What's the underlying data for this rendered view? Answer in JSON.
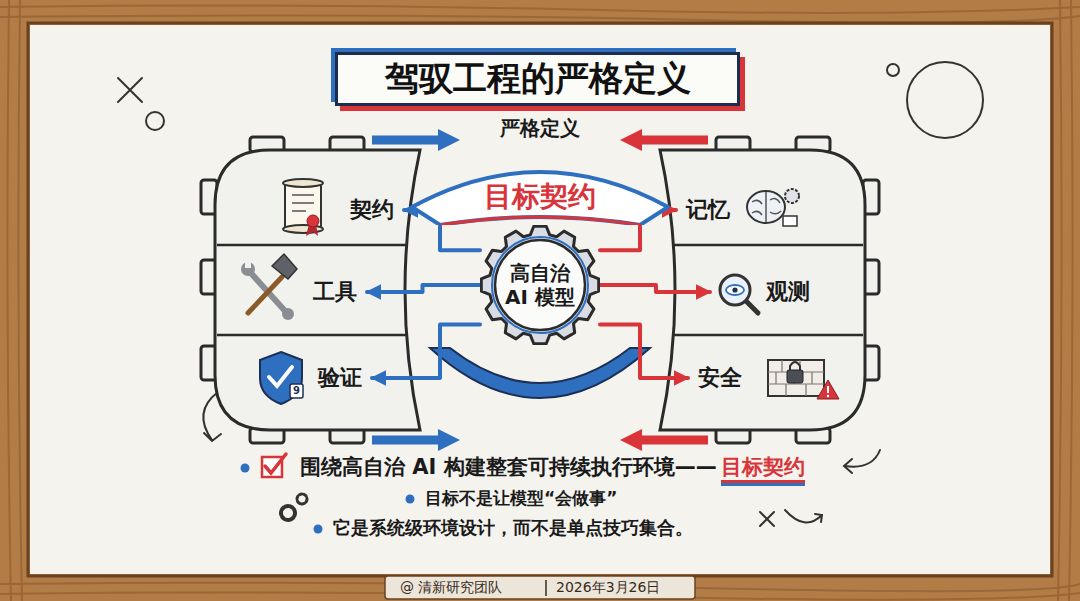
{
  "diagram": {
    "title": "驾驭工程的严格定义",
    "nodes": [
      {
        "text": [
          "契约"
        ]
      },
      {
        "text": [
          "目标契约"
        ]
      },
      {
        "text": [
          "记忆"
        ]
      },
      {
        "text": [
          "工具"
        ]
      },
      {
        "text": [
          "高自治 AI 模型"
        ]
      },
      {
        "text": [
          "观测"
        ]
      },
      {
        "text": [
          "验证"
        ]
      },
      {
        "text": [
          "安全"
        ]
      }
    ],
    "edges": [
      {
        "from": 4,
        "to": 0,
        "arrow": "to"
      },
      {
        "from": 4,
        "to": 2,
        "arrow": "to"
      },
      {
        "from": 4,
        "to": 3,
        "arrow": "to"
      },
      {
        "from": 4,
        "to": 5,
        "arrow": "to"
      },
      {
        "from": 4,
        "to": 6,
        "arrow": "to"
      },
      {
        "from": 4,
        "to": 7,
        "arrow": "to"
      }
    ],
    "labels": [
      "严格定义",
      "9",
      "围绕高自治 AI 构建整套可持续执行环境——",
      "目标契约",
      "目标不是让模型“会做事”",
      "它是系统级环境设计，而不是单点技巧集合。",
      "@ 清新研究团队",
      "2026年3月26日"
    ]
  }
}
